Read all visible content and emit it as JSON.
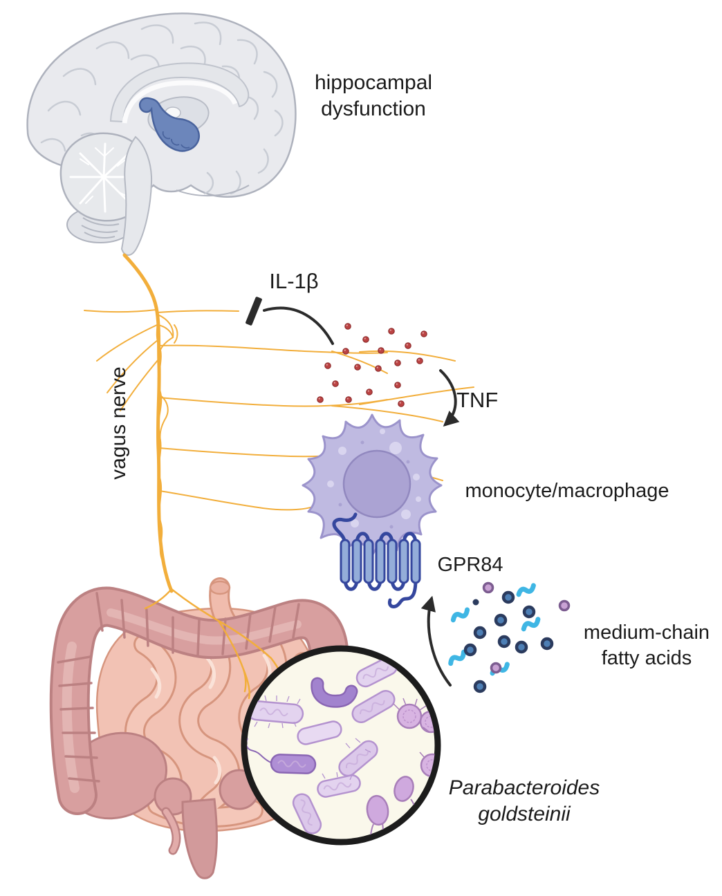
{
  "figure": {
    "brain_label": {
      "line1": "hippocampal",
      "line2": "dysfunction"
    },
    "vagus_label": "vagus nerve",
    "il1b_label": "IL-1β",
    "tnf_label": "TNF",
    "monocyte_label": "monocyte/macrophage",
    "gpr84_label": "GPR84",
    "mcfa_label": {
      "line1": "medium-chain",
      "line2": "fatty acids"
    },
    "species_label": {
      "line1": "Parabacteroides",
      "line2": "goldsteinii"
    }
  },
  "colors": {
    "nerve_yellow": "#F2AE3B",
    "brain_gray": "#E9EAEE",
    "hippocampus_blue": "#6C86BB",
    "cytokine_red": "#BC4343",
    "arrow_black": "#2B2B2B",
    "macrophage_lavender": "#BFBAE1",
    "macrophage_nucleus": "#ABA3D3",
    "receptor_fill_blue": "#94ADD9",
    "receptor_outline_navy": "#35479E",
    "mcfa_cyan": "#3FB6E4",
    "mcfa_navy": "#2B3B5E",
    "mcfa_purple": "#C9A2D4",
    "colon_pink": "#D89F9F",
    "small_intestine_pink": "#F2C2B4",
    "magnifier_bg": "#FAF8EB",
    "bacteria_purple": "#E3D3EF",
    "bacteria_dark_purple": "#AF8FD5",
    "label_text": "#1B1B1B"
  },
  "illustrations": {
    "brain": "sagittal brain with blue hippocampus highlight",
    "vagus_nerve": "yellow branching nerve from brainstem to gut",
    "inhibition_bar": "blunt-ended inhibition arrow blocking vagus branch",
    "cytokines": "cluster of 18 red dots",
    "tnf_arrow": "curved arrow from cytokines to macrophage",
    "macrophage": "purple spiky immune cell with nucleus and vesicles",
    "gpr84_receptor": "seven-transmembrane receptor on cell membrane",
    "mcfa_arrow": "curved arrow from fatty acids to receptor",
    "mcfa_particles": "cyan squiggles with navy and purple dots",
    "intestine": "large and small intestine",
    "magnifier": "black-ringed zoom circle showing purple gut bacteria"
  }
}
